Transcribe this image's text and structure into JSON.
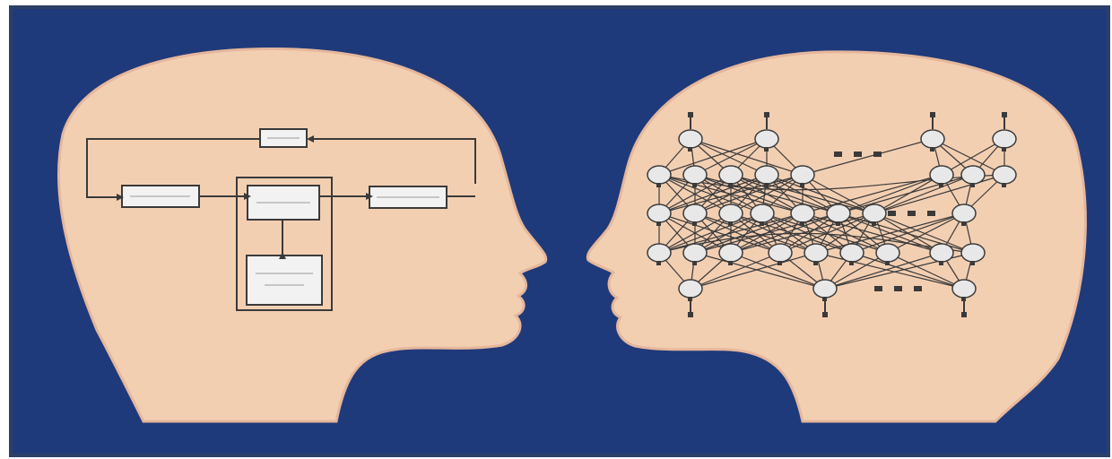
{
  "colors": {
    "background": "#1f3a7a",
    "frame_border": "#2d3f68",
    "head_fill": "#f3cfb2",
    "head_edge": "#e6b79c",
    "line": "#3a3a3a",
    "box_fill": "#f2f2f2",
    "node_fill": "#e8e8e8"
  },
  "left_head": {
    "description_icon": "block-diagram-icon",
    "boxes": [
      {
        "id": "feedback",
        "label": ""
      },
      {
        "id": "input",
        "label": ""
      },
      {
        "id": "process",
        "label": ""
      },
      {
        "id": "output",
        "label": ""
      },
      {
        "id": "store",
        "label": ""
      }
    ]
  },
  "right_head": {
    "description_icon": "neural-network-icon",
    "ellipsis": "■ ■ ■"
  }
}
